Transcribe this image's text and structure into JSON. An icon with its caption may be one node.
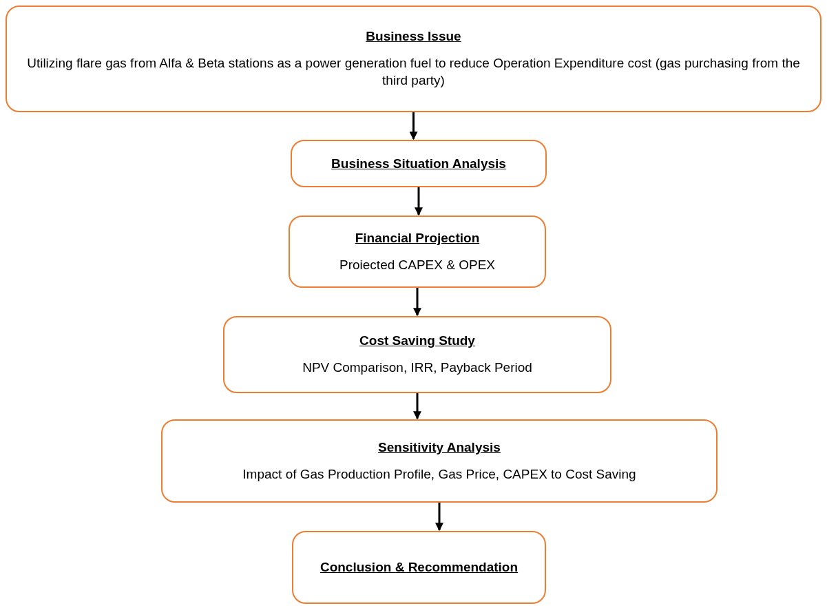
{
  "diagram": {
    "nodes": [
      {
        "text": [
          "Business Issue",
          "Utilizing flare gas from Alfa & Beta stations as a power generation fuel to reduce Operation Expenditure cost (gas purchasing from the third party)"
        ]
      },
      {
        "text": [
          "Business Situation Analysis"
        ]
      },
      {
        "text": [
          "Financial Projection",
          "Proiected CAPEX & OPEX"
        ]
      },
      {
        "text": [
          "Cost Saving Study",
          "NPV Comparison, IRR, Payback Period"
        ]
      },
      {
        "text": [
          "Sensitivity Analysis",
          "Impact of Gas Production Profile, Gas Price, CAPEX to Cost Saving"
        ]
      },
      {
        "text": [
          "Conclusion & Recommendation"
        ]
      }
    ],
    "edges": [
      {
        "from": 0,
        "to": 1,
        "arrow": "to"
      },
      {
        "from": 1,
        "to": 2,
        "arrow": "to"
      },
      {
        "from": 2,
        "to": 3,
        "arrow": "to"
      },
      {
        "from": 3,
        "to": 4,
        "arrow": "to"
      },
      {
        "from": 4,
        "to": 5,
        "arrow": "to"
      }
    ]
  }
}
